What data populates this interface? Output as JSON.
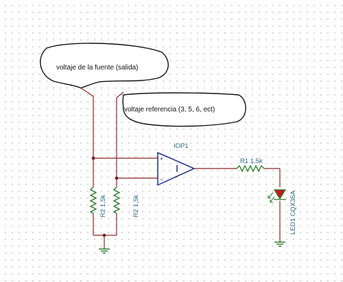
{
  "annotations": {
    "source_voltage": "voltaje de la fuente (salida)",
    "reference_voltage": "voltaje referencia (3, 5, 6, ect)"
  },
  "components": {
    "opamp": {
      "ref": "IOP1",
      "plus": "+",
      "minus": "−"
    },
    "r1": "R1 1,5k",
    "r2_left": "R2 1,5k",
    "r2_right": "R2 1,5k",
    "led": "LED1 CQX35A"
  },
  "colors": {
    "wire": "#8b2525",
    "resistor": "#1f7a1f",
    "opamp": "#1d2f8a",
    "led": "#c41a1a",
    "label": "#2a6b86"
  }
}
